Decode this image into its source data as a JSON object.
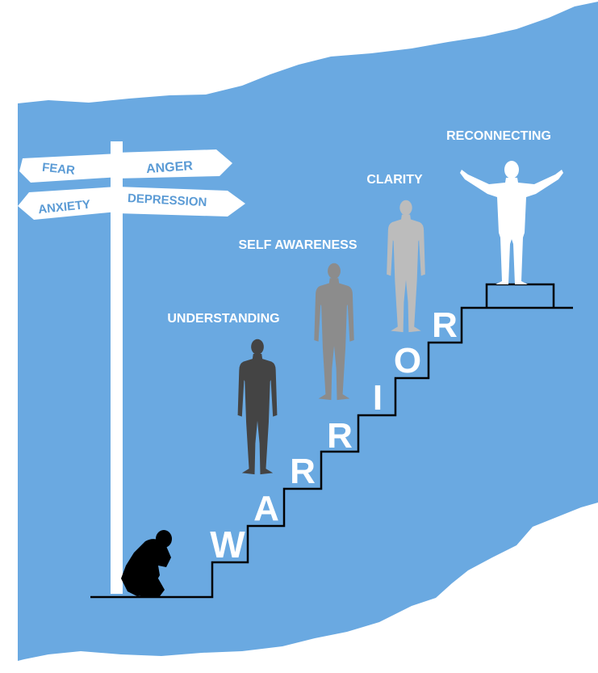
{
  "colors": {
    "background": "#ffffff",
    "panel": "#6aa9e1",
    "stairs": "#000000",
    "letters": "#ffffff",
    "sign_text": "#5b9bd5",
    "figure_crouch": "#000000",
    "figure_understanding": "#444444",
    "figure_self_awareness": "#8c8c8c",
    "figure_clarity": "#bcbcbc",
    "figure_reconnecting": "#ffffff"
  },
  "signpost": {
    "signs": [
      "FEAR",
      "ANGER",
      "ANXIETY",
      "DEPRESSION"
    ]
  },
  "steps_word": [
    "W",
    "A",
    "R",
    "R",
    "I",
    "O",
    "R"
  ],
  "stages": {
    "understanding": "UNDERSTANDING",
    "self_awareness": "SELF AWARENESS",
    "clarity": "CLARITY",
    "reconnecting": "RECONNECTING"
  },
  "icons": {
    "crouch": "crouching-person-icon",
    "standing": "standing-person-icon",
    "arms_open": "arms-open-person-icon",
    "signpost": "signpost-icon"
  }
}
